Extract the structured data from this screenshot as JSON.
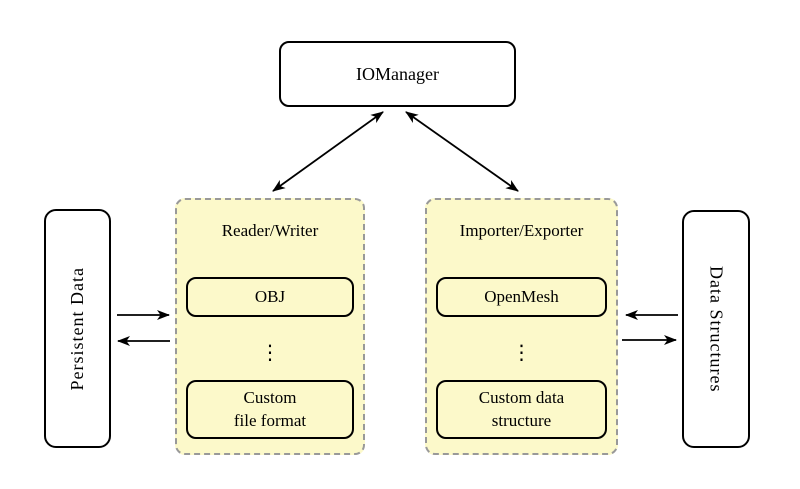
{
  "colors": {
    "background": "#ffffff",
    "group_fill": "#fcf9ca",
    "group_border": "#999999",
    "box_border": "#000000",
    "text": "#000000",
    "arrow": "#000000"
  },
  "nodes": {
    "io_manager": "IOManager",
    "persistent_data": "Persistent Data",
    "data_structures": "Data Structures"
  },
  "groups": [
    {
      "title": "Reader/Writer",
      "items": [
        "OBJ",
        "⋮",
        "Custom\nfile format"
      ]
    },
    {
      "title": "Importer/Exporter",
      "items": [
        "OpenMesh",
        "⋮",
        "Custom data\nstructure"
      ]
    }
  ]
}
